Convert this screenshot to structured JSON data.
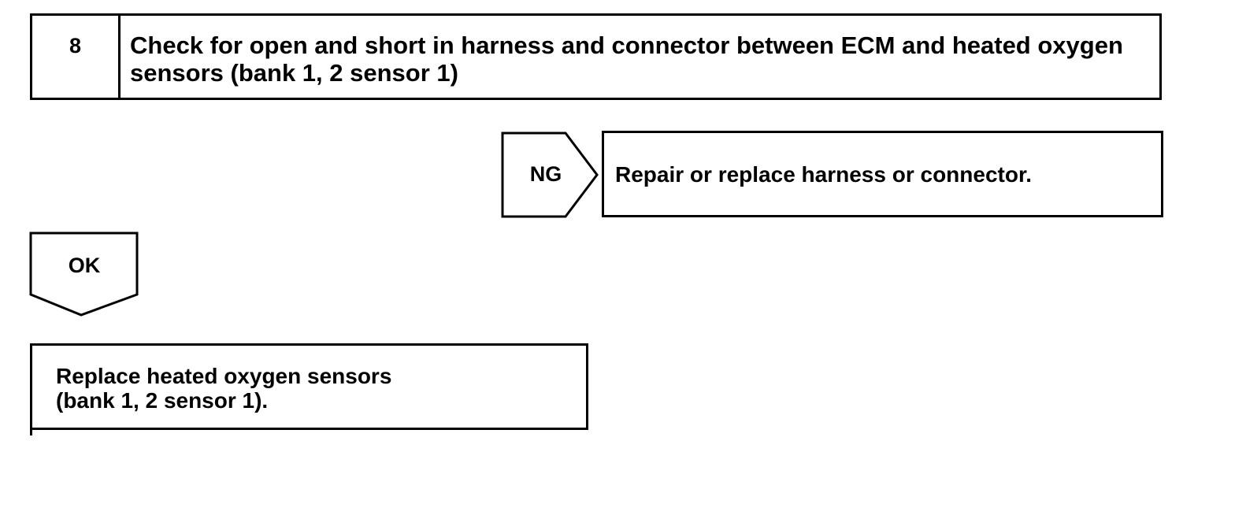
{
  "step": {
    "number": "8",
    "title": "Check for open and short in harness and connector between ECM and heated oxygen sensors (bank 1, 2 sensor 1)"
  },
  "ng_branch": {
    "label": "NG",
    "action": "Repair or replace harness or connector."
  },
  "ok_branch": {
    "label": "OK",
    "action": "Replace heated oxygen sensors\n(bank 1, 2 sensor 1)."
  }
}
